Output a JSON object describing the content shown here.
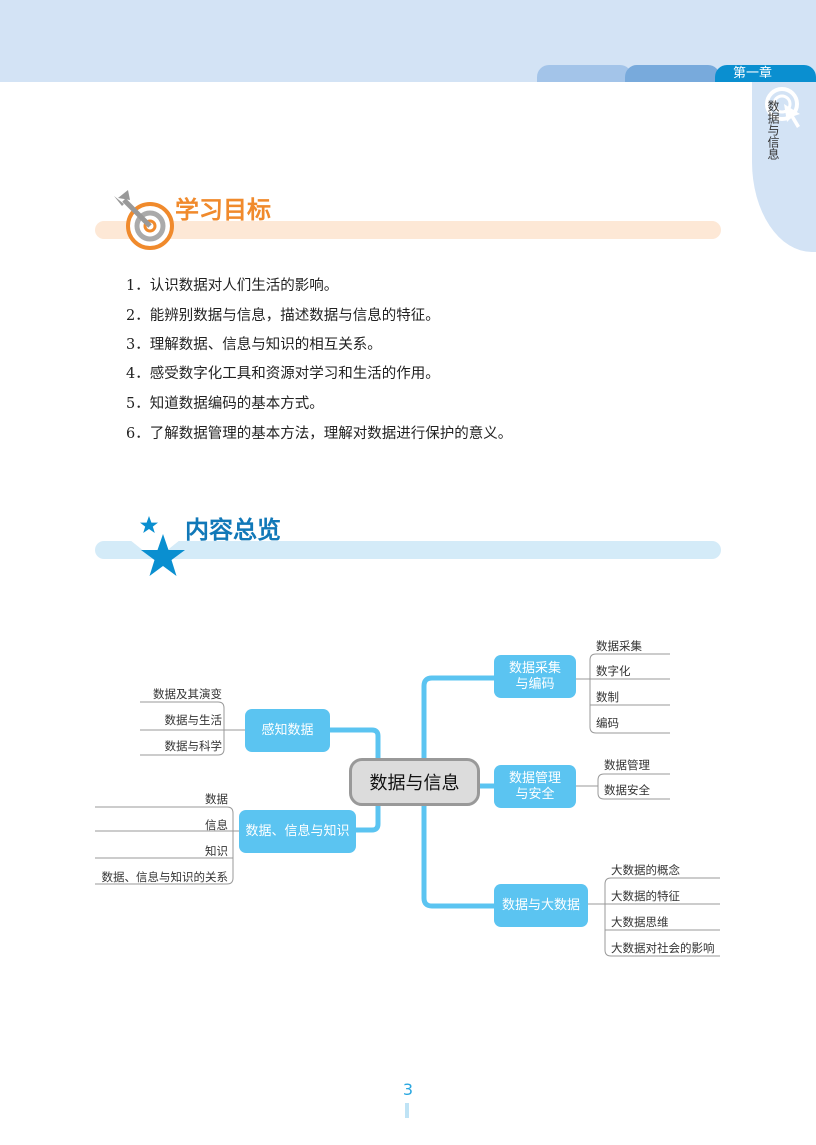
{
  "header": {
    "chapter_tab": "第一章",
    "chapter_title": "数据与信息"
  },
  "objectives": {
    "title": "学习目标",
    "items": [
      "1．认识数据对人们生活的影响。",
      "2．能辨别数据与信息，描述数据与信息的特征。",
      "3．理解数据、信息与知识的相互关系。",
      "4．感受数字化工具和资源对学习和生活的作用。",
      "5．知道数据编码的基本方式。",
      "6．了解数据管理的基本方法，理解对数据进行保护的意义。"
    ]
  },
  "overview": {
    "title": "内容总览"
  },
  "mindmap": {
    "center": "数据与信息",
    "branches": [
      {
        "label": "感知数据",
        "leaves": [
          "数据及其演变",
          "数据与生活",
          "数据与科学"
        ]
      },
      {
        "label": "数据、信息与知识",
        "leaves": [
          "数据",
          "信息",
          "知识",
          "数据、信息与知识的关系"
        ]
      },
      {
        "label": "数据采集与编码",
        "leaves": [
          "数据采集",
          "数字化",
          "数制",
          "编码"
        ]
      },
      {
        "label": "数据管理与安全",
        "leaves": [
          "数据管理",
          "数据安全"
        ]
      },
      {
        "label": "数据与大数据",
        "leaves": [
          "大数据的概念",
          "大数据的特征",
          "大数据思维",
          "大数据对社会的影响"
        ]
      }
    ]
  },
  "page_number": "3",
  "colors": {
    "orange": "#f08a2c",
    "blue": "#0a8fd0",
    "node": "#5bc4f1"
  }
}
